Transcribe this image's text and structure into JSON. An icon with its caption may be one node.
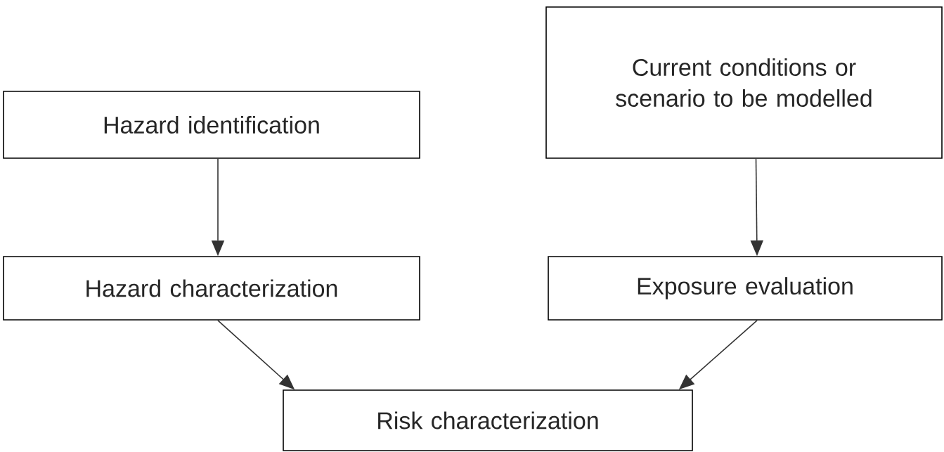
{
  "diagram": {
    "nodes": [
      {
        "text": [
          "Hazard identification"
        ]
      },
      {
        "text": [
          "Current conditions or scenario to be modelled"
        ]
      },
      {
        "text": [
          "Hazard characterization"
        ]
      },
      {
        "text": [
          "Exposure evaluation"
        ]
      },
      {
        "text": [
          "Risk characterization"
        ]
      }
    ],
    "edges": [
      {
        "from": 0,
        "to": 2,
        "arrow": "to"
      },
      {
        "from": 1,
        "to": 3,
        "arrow": "to"
      },
      {
        "from": 2,
        "to": 4,
        "arrow": "to"
      },
      {
        "from": 3,
        "to": 4,
        "arrow": "to"
      }
    ]
  }
}
